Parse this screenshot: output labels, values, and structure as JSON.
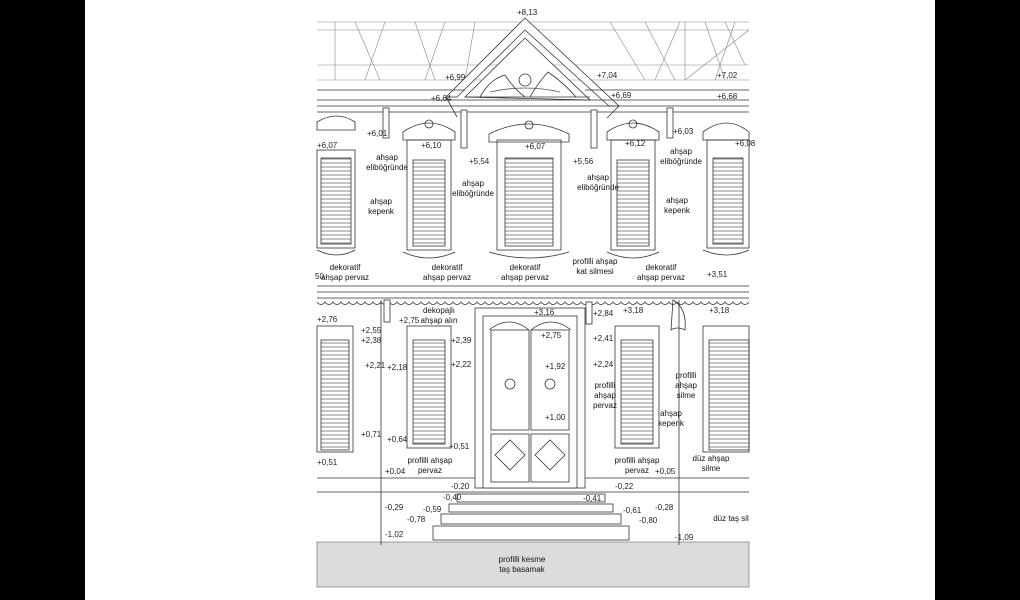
{
  "elevations": {
    "e_813": "+8,13",
    "e_699": "+6,99",
    "e_704": "+7,04",
    "e_702": "+7,02",
    "e_664": "+6,64",
    "e_669": "+6,69",
    "e_668": "+6,68",
    "e_601": "+6,01",
    "e_603": "+6,03",
    "e_607a": "+6,07",
    "e_607b": "+6,07",
    "e_610": "+6,10",
    "e_612": "+6,12",
    "e_608": "+6,08",
    "e_554": "+5,54",
    "e_556": "+5,56",
    "e_350": "50",
    "e_351": "+3,51",
    "e_318a": "+3,18",
    "e_318b": "+3,18",
    "e_316": "+3,16",
    "e_276": "+2,76",
    "e_275a": "+2,75",
    "e_275b": "+2,75",
    "e_284": "+2,84",
    "e_255": "+2,55",
    "e_239": "+2,39",
    "e_238": "+2,38",
    "e_241": "+2,41",
    "e_224": "+2,24",
    "e_222": "+2,22",
    "e_221": "+2,21",
    "e_218": "+2,18",
    "e_192": "+1,92",
    "e_100": "+1,00",
    "e_071": "+0,71",
    "e_064": "+0,64",
    "e_051a": "+0,51",
    "e_051b": "+0,51",
    "e_004": "+0,04",
    "e_005": "+0,05",
    "e_m020": "-0,20",
    "e_m022": "-0,22",
    "e_m040": "-0,40",
    "e_m041": "-0,41",
    "e_m029": "-0,29",
    "e_m028": "-0,28",
    "e_m059": "-0,59",
    "e_m061": "-0,61",
    "e_m078": "-0,78",
    "e_m080": "-0,80",
    "e_m102": "-1,02",
    "e_m109": "-1,09"
  },
  "annotations": {
    "ahsap_elibogrunde_1": [
      "ahşap",
      "eliböğründe"
    ],
    "ahsap_elibogrunde_2": [
      "ahşap",
      "eliböğründe"
    ],
    "ahsap_elibogrunde_3": [
      "ahşap",
      "eliböğründe"
    ],
    "ahsap_elibogrunde_4": [
      "ahşap",
      "eliböğründe"
    ],
    "ahsap_kepenk_1": [
      "ahşap",
      "kepenk"
    ],
    "ahsap_kepenk_2": [
      "ahşap",
      "kepenk"
    ],
    "ahsap_kepenk_3": [
      "ahşap",
      "kepenk"
    ],
    "dekoratif_pervaz_1": [
      "dekoratif",
      "ahşap pervaz"
    ],
    "dekoratif_pervaz_2": [
      "dekoratif",
      "ahşap pervaz"
    ],
    "dekoratif_pervaz_3": [
      "dekoratif",
      "ahşap pervaz"
    ],
    "dekoratif_pervaz_4": [
      "dekoratif",
      "ahşap pervaz"
    ],
    "kat_silmesi": [
      "profilli ahşap",
      "kat silmesi"
    ],
    "dekopajli_alin": [
      "dekopajlı",
      "ahşap alın"
    ],
    "profilli_ahsap_pervaz_door": [
      "profilli",
      "ahşap",
      "pervaz"
    ],
    "profilli_ahsap_silme": [
      "profilli",
      "ahşap",
      "silme"
    ],
    "profilli_ahsap_pervaz_1": [
      "profilli ahşap",
      "pervaz"
    ],
    "profilli_ahsap_pervaz_2": [
      "profilli ahşap",
      "pervaz"
    ],
    "duz_ahsap_silme": [
      "düz ahşap",
      "silme"
    ],
    "duz_tas_silme": [
      "düz taş sil"
    ],
    "kesme_tas_basamak": [
      "profilli kesme",
      "taş basamak"
    ]
  },
  "colors": {
    "line": "#333333",
    "ground": "#dcdcdc",
    "background": "#000000",
    "paper": "#ffffff"
  }
}
